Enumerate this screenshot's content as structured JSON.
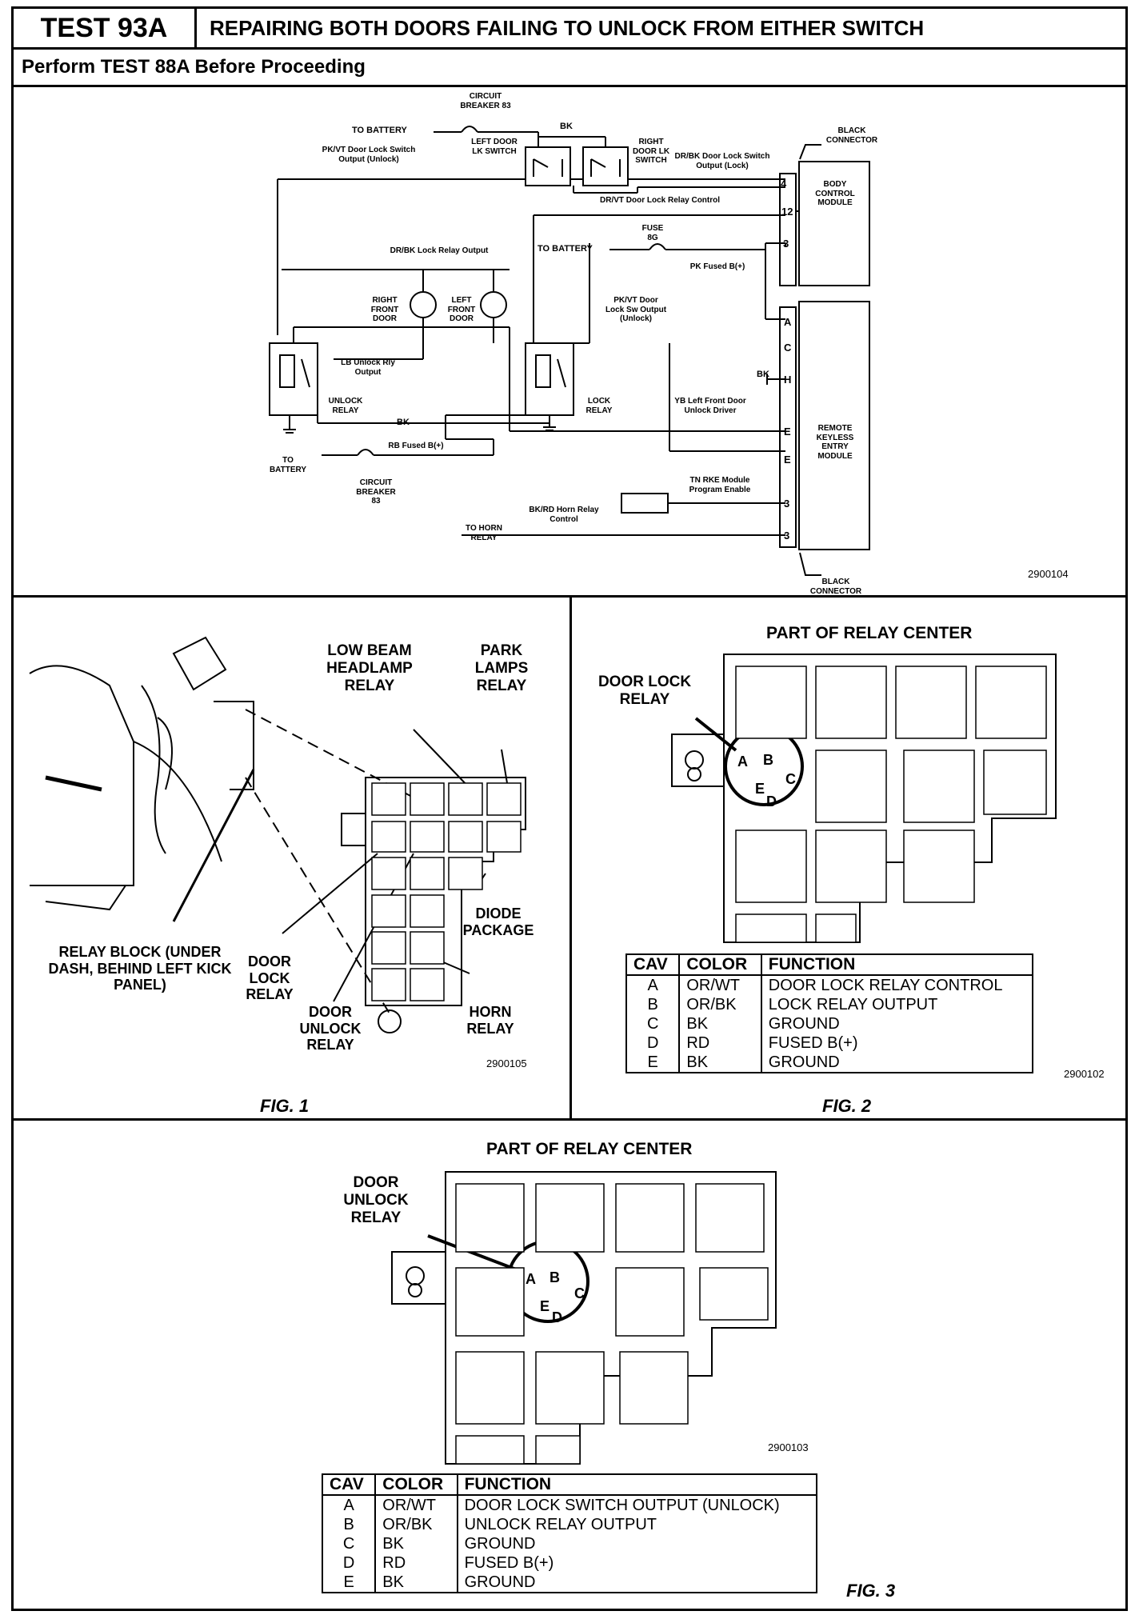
{
  "header": {
    "test": "TEST 93A",
    "title": "REPAIRING BOTH DOORS FAILING TO UNLOCK FROM EITHER SWITCH",
    "note": "Perform TEST 88A Before Proceeding"
  },
  "schematic": {
    "code": "2900104",
    "labels": {
      "to_battery_1": "TO BATTERY",
      "circuit_breaker_top": "CIRCUIT BREAKER 83",
      "left_door_lk_switch": "LEFT DOOR LK SWITCH",
      "right_door_lk_switch": "RIGHT DOOR LK SWITCH",
      "bk_top": "BK",
      "pk_vt_switch": "PK/VT Door Lock Switch Output (Unlock)",
      "dr_bk_switch": "DR/BK Door Lock Switch Output (Lock)",
      "black_connector_top": "BLACK CONNECTOR",
      "body_control_module": "BODY CONTROL MODULE",
      "dr_vt_relay_control": "DR/VT Door Lock Relay Control",
      "to_battery_2": "TO BATTERY",
      "fuse": "FUSE 8G",
      "pk_fused": "PK Fused B(+)",
      "dr_bk_lock_relay": "DR/BK Lock Relay Output",
      "right_front_door": "RIGHT FRONT DOOR",
      "left_front_door": "LEFT FRONT DOOR",
      "pk_vt_lock_sw": "PK/VT Door Lock Sw Output (Unlock)",
      "lb_unlock": "LB Unlock Rly Output",
      "unlock_relay": "UNLOCK RELAY",
      "lock_relay": "LOCK RELAY",
      "bk_mid": "BK",
      "bk_ground": "BK",
      "yb_left_front": "YB Left Front Door Unlock Driver",
      "remote_keyless": "REMOTE KEYLESS ENTRY MODULE",
      "rb_fused": "RB Fused B(+)",
      "to_battery_3": "TO BATTERY",
      "circuit_breaker_bottom": "CIRCUIT BREAKER 83",
      "tn_rke": "TN RKE Module Program Enable",
      "bk_rd_horn": "BK/RD Horn Relay Control",
      "to_horn_relay": "TO HORN RELAY",
      "black_connector_bottom": "BLACK CONNECTOR",
      "pins_bcm": [
        "4",
        "12",
        "3"
      ],
      "pins_rke": [
        "A",
        "C",
        "H",
        "E",
        "E",
        "3",
        "3"
      ]
    }
  },
  "fig1": {
    "caption": "FIG. 1",
    "code": "2900105",
    "low_beam": "LOW BEAM HEADLAMP RELAY",
    "park_lamps": "PARK LAMPS RELAY",
    "relay_block": "RELAY BLOCK (UNDER DASH, BEHIND LEFT KICK PANEL)",
    "door_lock": "DOOR LOCK RELAY",
    "door_unlock": "DOOR UNLOCK RELAY",
    "diode_package": "DIODE PACKAGE",
    "horn_relay": "HORN RELAY"
  },
  "fig2": {
    "caption": "FIG. 2",
    "code": "2900102",
    "title": "PART OF RELAY CENTER",
    "callout": "DOOR LOCK RELAY",
    "pins": [
      "A",
      "B",
      "C",
      "E",
      "D"
    ],
    "table": {
      "headers": [
        "CAV",
        "COLOR",
        "FUNCTION"
      ],
      "rows": [
        [
          "A",
          "OR/WT",
          "DOOR LOCK RELAY CONTROL"
        ],
        [
          "B",
          "OR/BK",
          "LOCK RELAY OUTPUT"
        ],
        [
          "C",
          "BK",
          "GROUND"
        ],
        [
          "D",
          "RD",
          "FUSED B(+)"
        ],
        [
          "E",
          "BK",
          "GROUND"
        ]
      ]
    }
  },
  "fig3": {
    "caption": "FIG. 3",
    "code": "2900103",
    "title": "PART OF RELAY CENTER",
    "callout": "DOOR UNLOCK RELAY",
    "pins": [
      "A",
      "B",
      "C",
      "E",
      "D"
    ],
    "table": {
      "headers": [
        "CAV",
        "COLOR",
        "FUNCTION"
      ],
      "rows": [
        [
          "A",
          "OR/WT",
          "DOOR LOCK SWITCH OUTPUT (UNLOCK)"
        ],
        [
          "B",
          "OR/BK",
          "UNLOCK RELAY OUTPUT"
        ],
        [
          "C",
          "BK",
          "GROUND"
        ],
        [
          "D",
          "RD",
          "FUSED B(+)"
        ],
        [
          "E",
          "BK",
          "GROUND"
        ]
      ]
    }
  }
}
